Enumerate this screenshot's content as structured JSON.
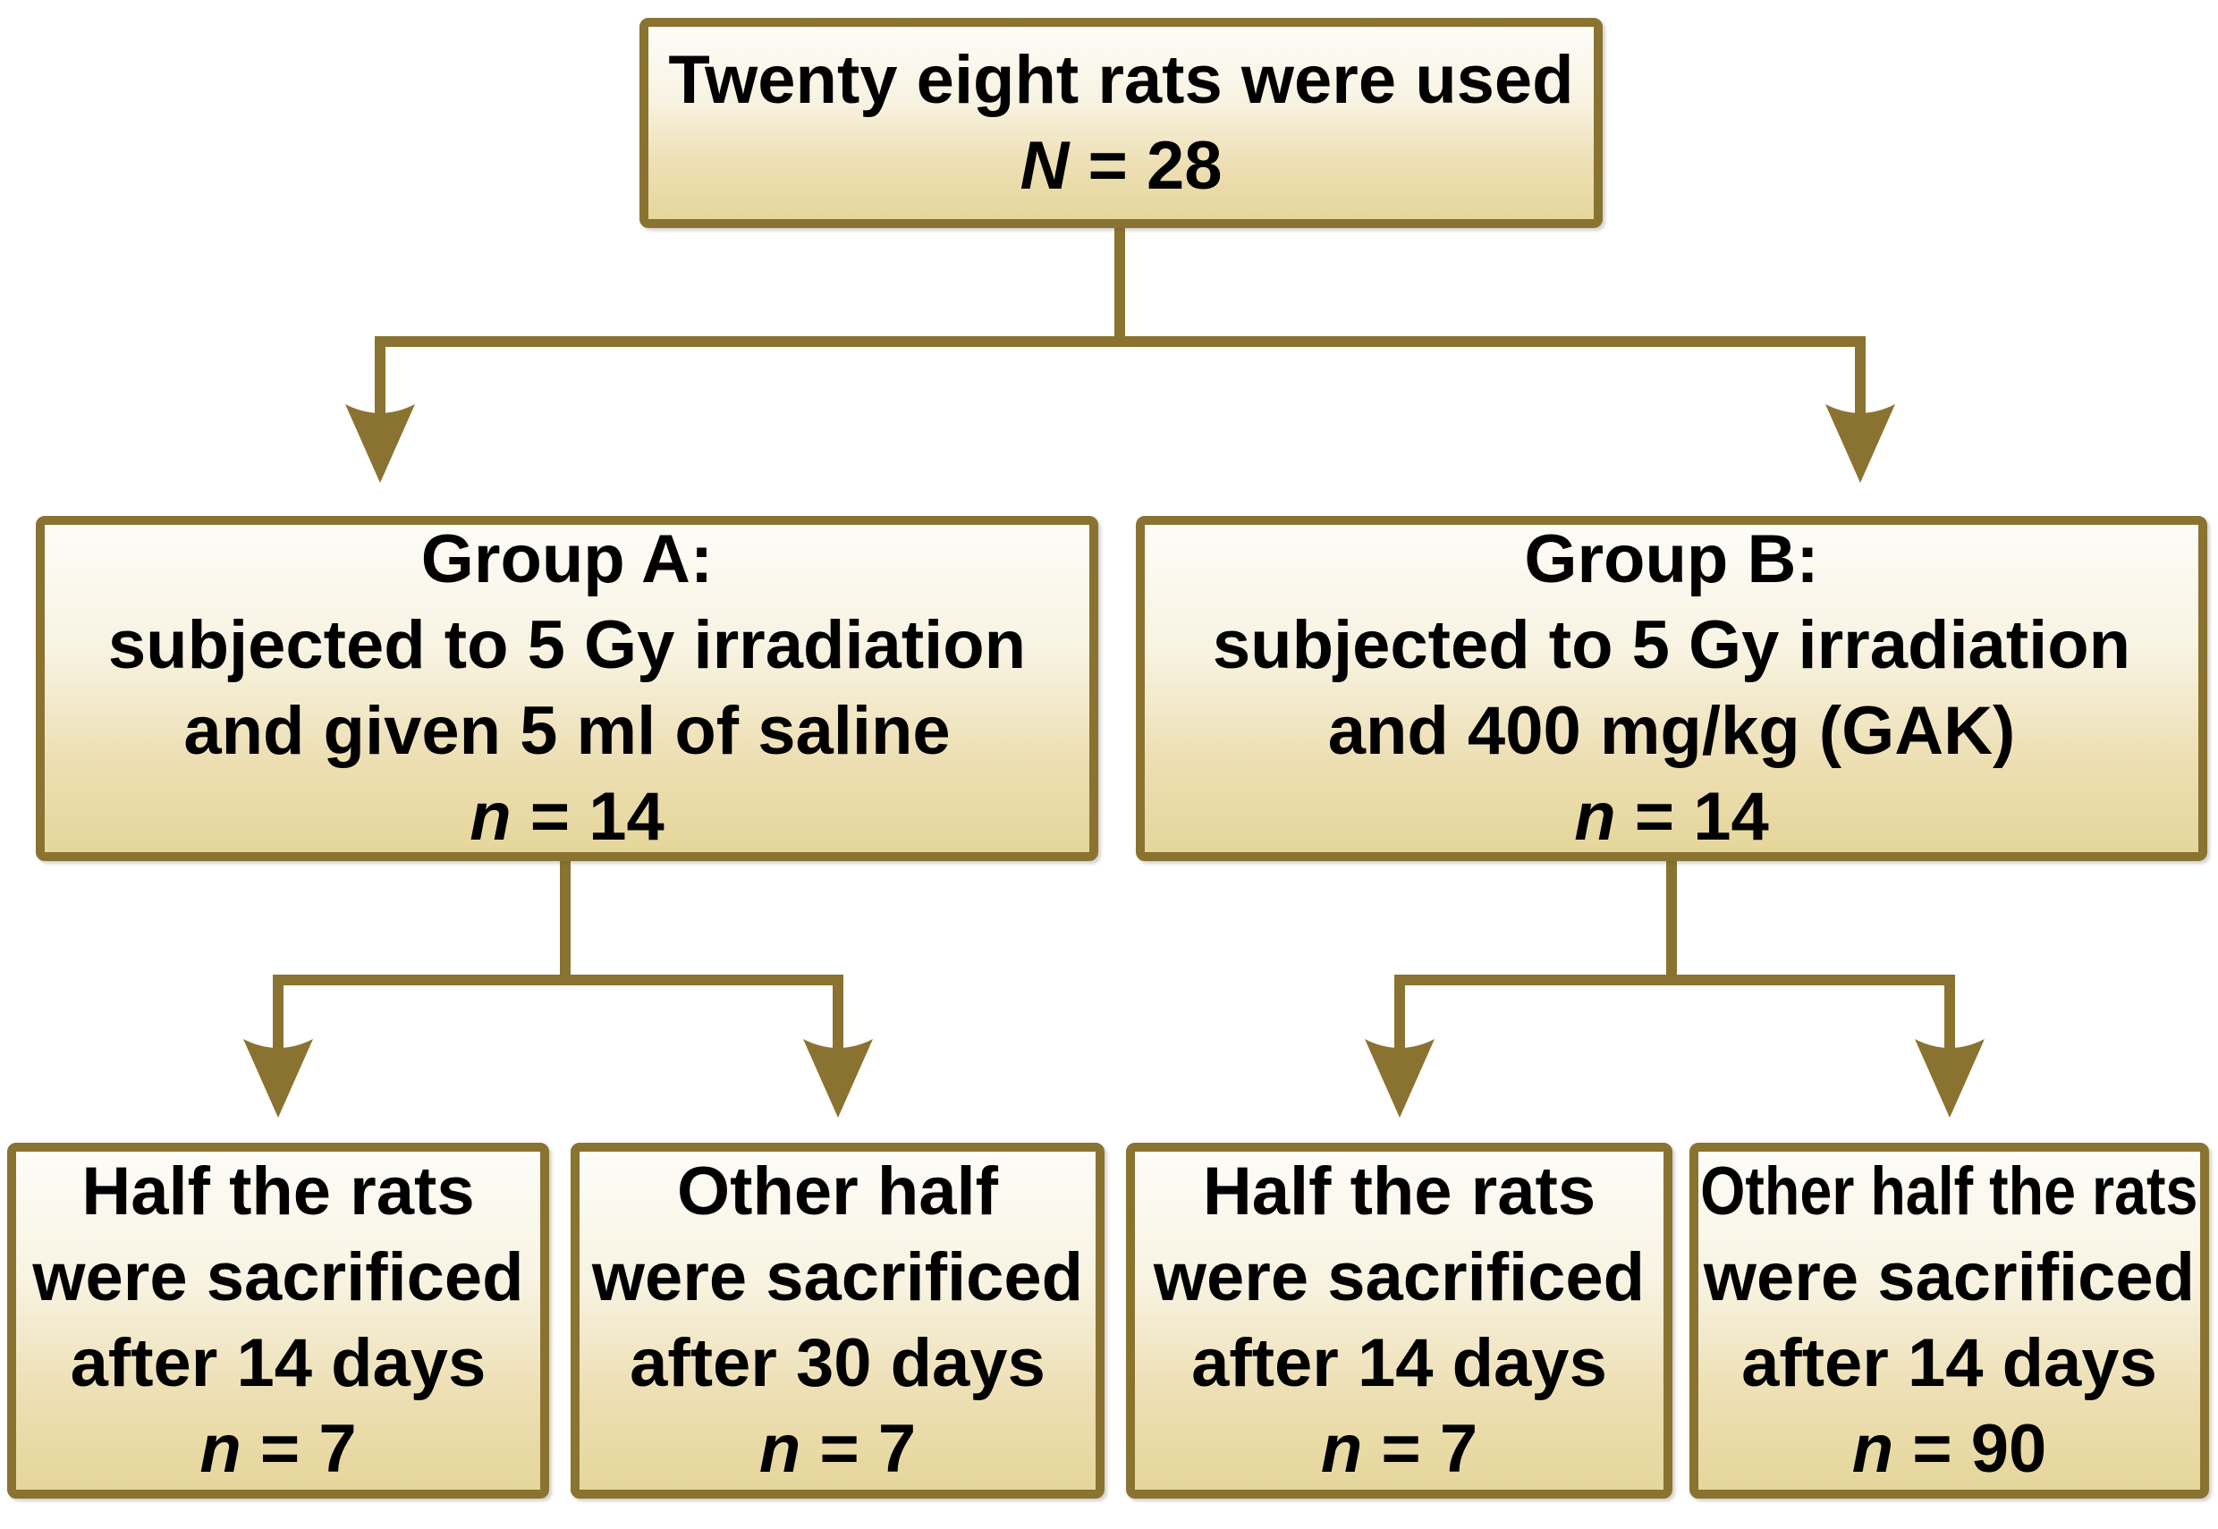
{
  "colors": {
    "line": "#8a7331",
    "box-border": "#8a7331",
    "fill-top": "#fdfcf8",
    "fill-bottom": "#e5d69b",
    "text": "#000000",
    "background": "#ffffff"
  },
  "root_box": {
    "line1": "Twenty eight rats were used",
    "count_italic": "N",
    "count_rest": " = 28"
  },
  "group_boxes": [
    {
      "title": "Group A:",
      "line2": "subjected to 5 Gy irradiation",
      "line3": "and given 5 ml of saline",
      "count_italic": "n",
      "count_rest": " = 14"
    },
    {
      "title": "Group B:",
      "line2": "subjected to 5 Gy irradiation",
      "line3": "and 400 mg/kg (GAK)",
      "count_italic": "n",
      "count_rest": " = 14"
    }
  ],
  "leaf_boxes": [
    {
      "line1": "Half the rats",
      "line2": "were sacrificed",
      "line3": "after 14 days",
      "count_italic": "n",
      "count_rest": " = 7"
    },
    {
      "line1": "Other half",
      "line2": "were sacrificed",
      "line3": "after 30 days",
      "count_italic": "n",
      "count_rest": " = 7"
    },
    {
      "line1": "Half the rats",
      "line2": "were sacrificed",
      "line3": "after 14 days",
      "count_italic": "n",
      "count_rest": " = 7"
    },
    {
      "line1": "Other half the rats",
      "line2": "were sacrificed",
      "line3": "after 14 days",
      "count_italic": "n",
      "count_rest": " = 90"
    }
  ]
}
